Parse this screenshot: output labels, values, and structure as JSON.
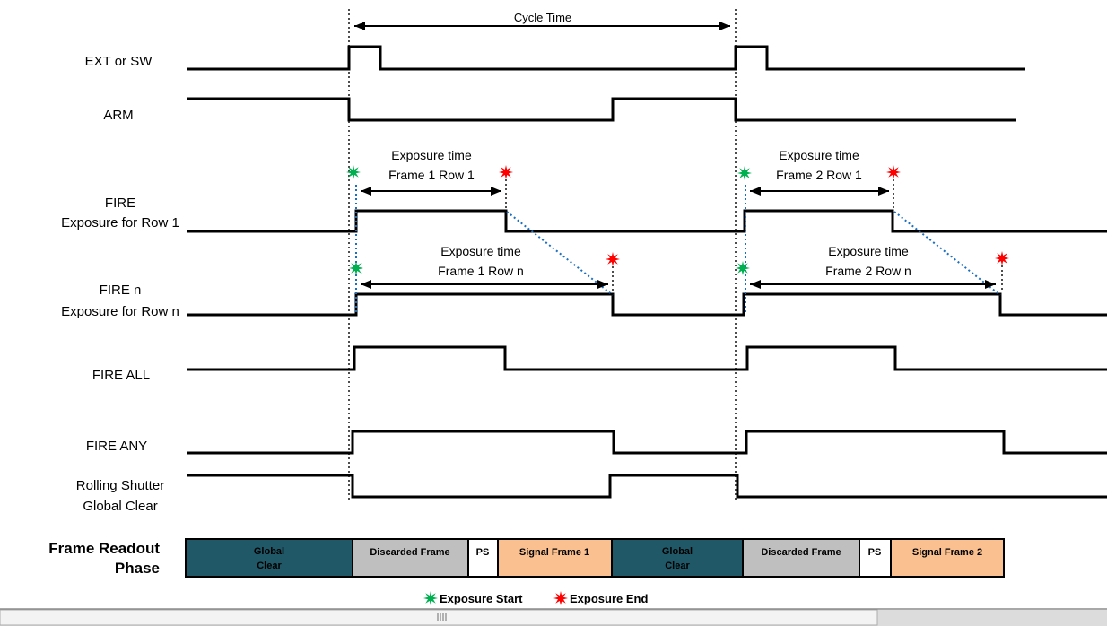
{
  "diagram": {
    "cycle_time_label": "Cycle Time",
    "signals": {
      "ext": {
        "label": "EXT or SW"
      },
      "arm": {
        "label": "ARM"
      },
      "fire_row1": {
        "label1": "FIRE",
        "label2": "Exposure for Row 1"
      },
      "fire_rown": {
        "label1": "FIRE n",
        "label2": "Exposure for Row n"
      },
      "fire_all": {
        "label": "FIRE ALL"
      },
      "fire_any": {
        "label": "FIRE ANY"
      },
      "rolling_shutter": {
        "label1": "Rolling Shutter",
        "label2": "Global Clear"
      }
    },
    "annotations": {
      "f1r1": {
        "line1": "Exposure time",
        "line2": "Frame 1 Row 1"
      },
      "f1rn": {
        "line1": "Exposure time",
        "line2": "Frame 1 Row n"
      },
      "f2r1": {
        "line1": "Exposure time",
        "line2": "Frame 2 Row 1"
      },
      "f2rn": {
        "line1": "Exposure time",
        "line2": "Frame 2 Row n"
      }
    },
    "readout": {
      "label_line1": "Frame Readout",
      "label_line2": "Phase",
      "segments": [
        {
          "line1": "Global",
          "line2": "Clear",
          "color": "#205867",
          "text_color": "#ffffff"
        },
        {
          "line1": "Discarded Frame",
          "color": "#bfbfbf",
          "text_color": "#000000"
        },
        {
          "line1": "PS",
          "color": "#ffffff",
          "text_color": "#000000"
        },
        {
          "line1": "Signal Frame 1",
          "color": "#fac090",
          "text_color": "#000000"
        },
        {
          "line1": "Global",
          "line2": "Clear",
          "color": "#205867",
          "text_color": "#ffffff"
        },
        {
          "line1": "Discarded Frame",
          "color": "#bfbfbf",
          "text_color": "#000000"
        },
        {
          "line1": "PS",
          "color": "#ffffff",
          "text_color": "#000000"
        },
        {
          "line1": "Signal Frame 2",
          "color": "#fac090",
          "text_color": "#000000"
        }
      ]
    },
    "legend": {
      "start": {
        "label": "Exposure Start",
        "color": "#00b050"
      },
      "end": {
        "label": "Exposure End",
        "color": "#ff0000"
      }
    },
    "colors": {
      "signal_line": "#000000",
      "cycle_guide": "#4d4d4d",
      "exposure_guide": "#1b6fc0"
    }
  }
}
